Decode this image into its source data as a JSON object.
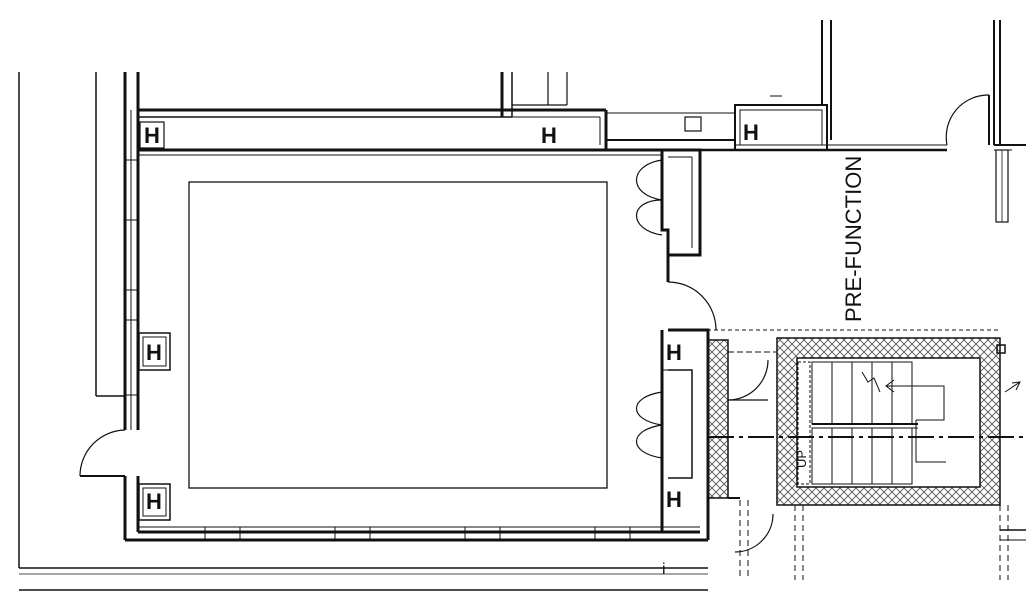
{
  "labels": {
    "pre_function": "PRE-FUNCTION",
    "up": "UP",
    "hydrant": "H",
    "corner_mark": "i"
  },
  "colors": {
    "line": "#111111",
    "background": "#ffffff",
    "pattern": "#555555"
  }
}
